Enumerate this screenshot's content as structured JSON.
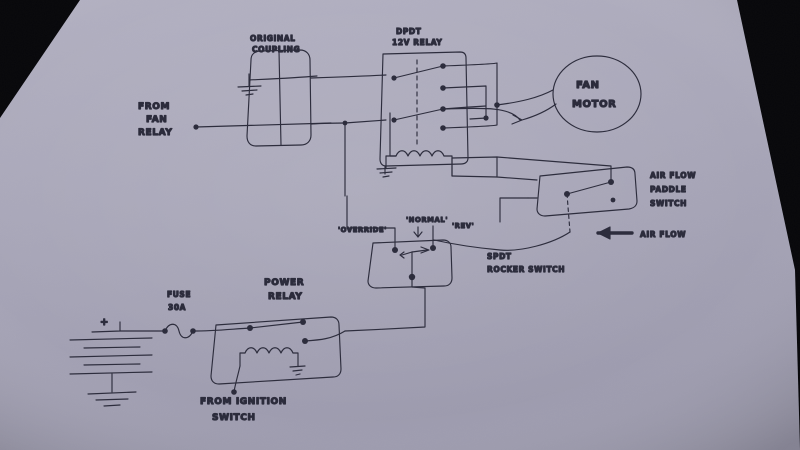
{
  "photo": {
    "subject": "hand-drawn automotive cooling fan reversing wiring diagram on paper",
    "paper_color": "#a9a7b9",
    "background_color": "#07070a",
    "ink_color": "#2d2d3d"
  },
  "labels": {
    "from_fan_relay": [
      "FROM",
      "FAN",
      "RELAY"
    ],
    "original_coupling": [
      "ORIGINAL",
      "COUPLING"
    ],
    "dpdt_relay": [
      "DPDT",
      "12V RELAY"
    ],
    "fan_motor": [
      "FAN",
      "MOTOR"
    ],
    "air_flow_paddle_switch": [
      "AIR FLOW",
      "PADDLE",
      "SWITCH"
    ],
    "air_flow_arrow": "AIR FLOW",
    "override": "'OVERRIDE'",
    "normal": "'NORMAL'",
    "rev": "'REV'",
    "spdt_rocker_switch": [
      "SPDT",
      "ROCKER SWITCH"
    ],
    "fuse": [
      "FUSE",
      "30A"
    ],
    "power_relay": [
      "POWER",
      "RELAY"
    ],
    "from_ignition_switch": [
      "FROM IGNITION",
      "SWITCH"
    ],
    "battery_plus": "+"
  },
  "components": [
    {
      "name": "original-coupling",
      "type": "connector-block"
    },
    {
      "name": "dpdt-12v-relay",
      "type": "relay",
      "poles": 2,
      "throws": 2,
      "coil_voltage": "12V"
    },
    {
      "name": "fan-motor",
      "type": "motor"
    },
    {
      "name": "air-flow-paddle-switch",
      "type": "switch"
    },
    {
      "name": "spdt-rocker-switch",
      "type": "switch",
      "positions": [
        "'OVERRIDE'",
        "'NORMAL'",
        "'REV'"
      ]
    },
    {
      "name": "power-relay",
      "type": "relay"
    },
    {
      "name": "fuse-30a",
      "type": "fuse",
      "rating": "30A"
    },
    {
      "name": "battery",
      "type": "battery"
    },
    {
      "name": "ground-symbols",
      "type": "ground",
      "count": 4
    }
  ]
}
